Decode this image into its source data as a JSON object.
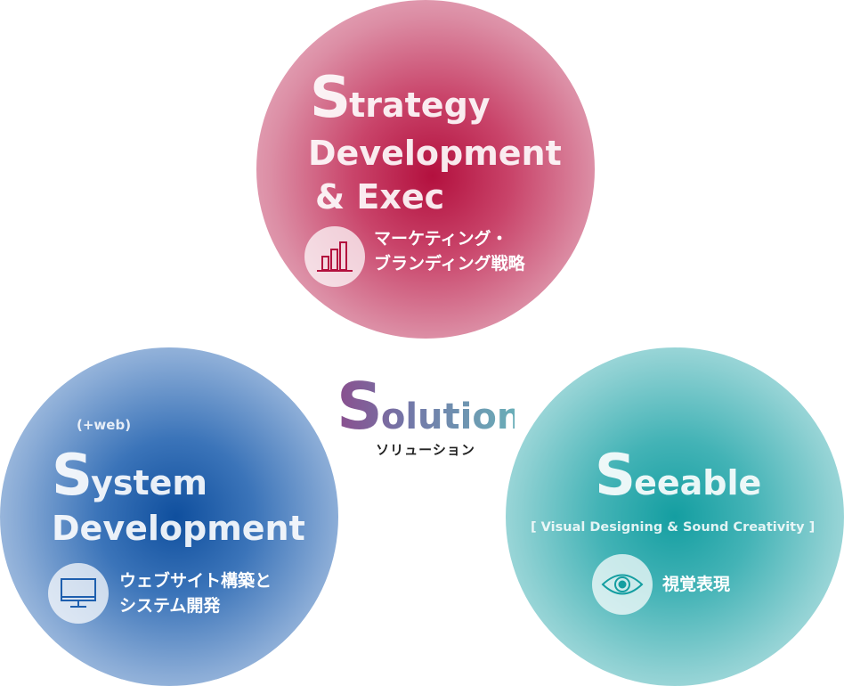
{
  "center": {
    "title_first": "S",
    "title_rest": "olution",
    "subtitle": "ソリューション"
  },
  "strategy": {
    "title_first": "S",
    "title_rest": "trategy",
    "line2": "Development",
    "line3": "& Exec",
    "label_line1": "マーケティング・",
    "label_line2": "ブランディング戦略",
    "icon": "bar-chart-icon",
    "color": "#b3103e"
  },
  "system": {
    "prefix": "(+web)",
    "title_first": "S",
    "title_rest": "ystem",
    "line2": "Development",
    "label_line1": "ウェブサイト構築と",
    "label_line2": "システム開発",
    "icon": "monitor-icon",
    "color": "#0f4f9e"
  },
  "seeable": {
    "title_first": "S",
    "title_rest": "eeable",
    "subtitle": "[ Visual Designing & Sound Creativity ]",
    "label": "視覚表現",
    "icon": "eye-icon",
    "color": "#149ea1"
  }
}
